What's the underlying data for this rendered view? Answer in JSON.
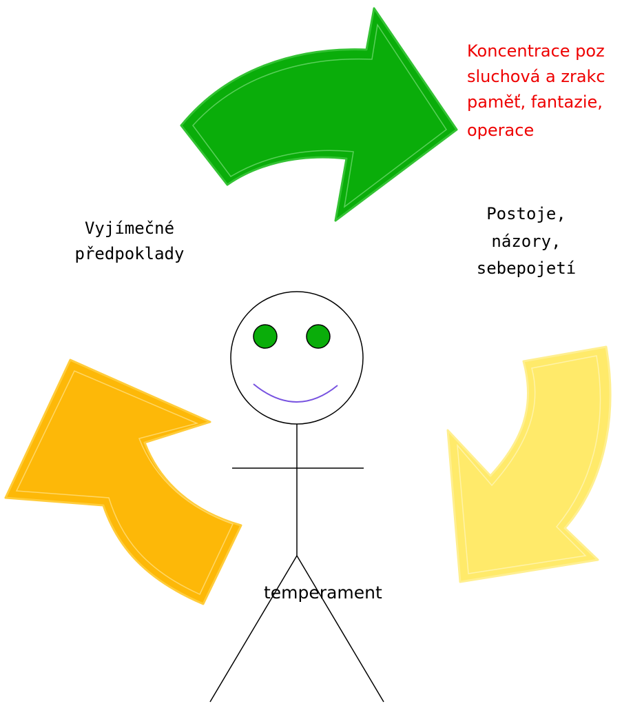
{
  "diagram": {
    "top_right_lines": [
      "Koncentrace poz",
      "sluchová a zrakc",
      "paměť, fantazie,",
      "operace"
    ],
    "left_lines": [
      "Vyjímečné",
      "předpoklady"
    ],
    "right_lines": [
      "Postoje,",
      "názory,",
      "sebepojetí"
    ],
    "bottom_label": "temperament"
  },
  "colors": {
    "green_arrow": "#0aad0a",
    "yellow_arrow": "#ffea6a",
    "orange_arrow": "#fdb808",
    "highlight_text": "#ee0000",
    "eyes": "#0aad0a",
    "smile": "#7752e0"
  },
  "icons": {
    "figure": "stick-figure",
    "arrows": "curved-arrow"
  }
}
